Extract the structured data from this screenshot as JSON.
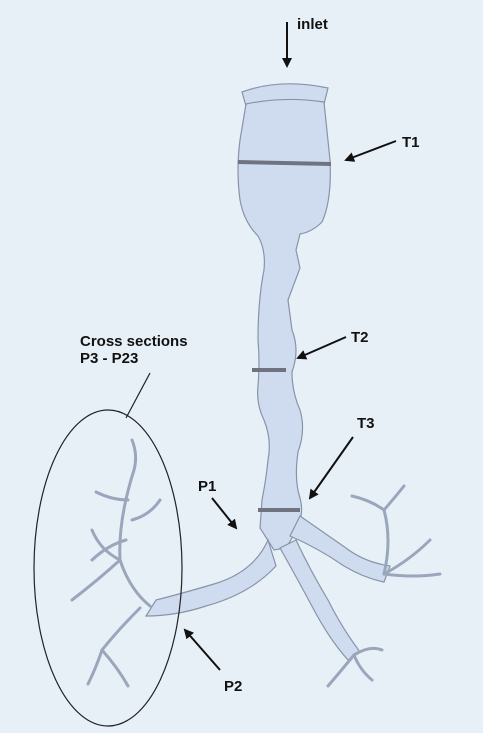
{
  "labels": {
    "inlet": "inlet",
    "t1": "T1",
    "t2": "T2",
    "t3": "T3",
    "p1": "P1",
    "p2": "P2",
    "cross_sections_line1": "Cross sections",
    "cross_sections_line2": "P3 - P23"
  },
  "colors": {
    "background": "#e8f0f7",
    "airway_fill": "#cfdcef",
    "airway_edge": "#8793a8",
    "section_band": "#6f7380",
    "annotation": "#111111"
  }
}
